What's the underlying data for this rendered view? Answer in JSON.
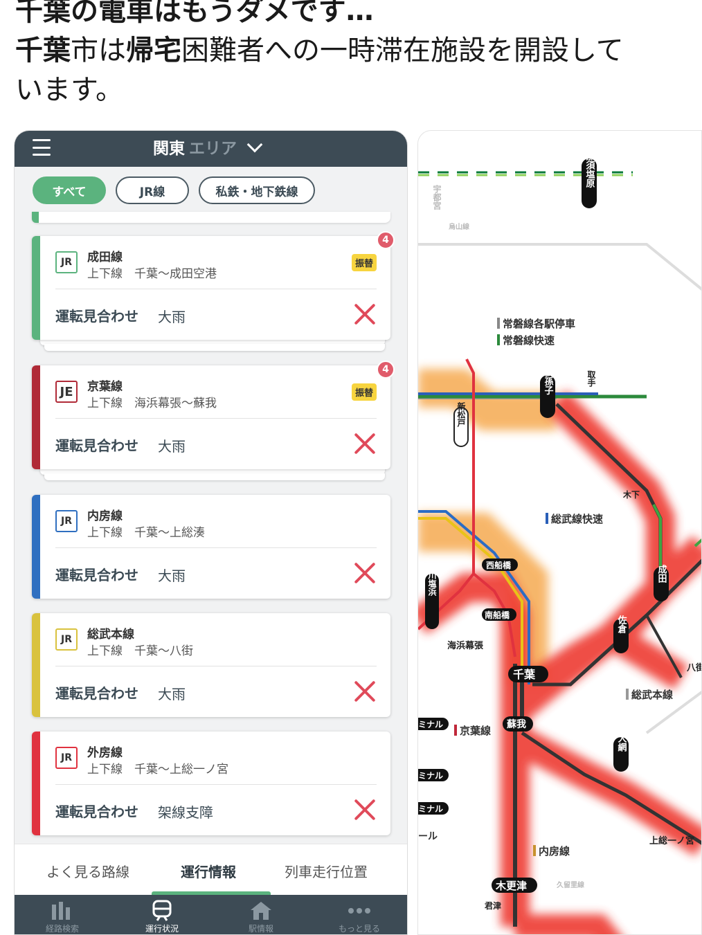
{
  "tweet": {
    "line1": "千葉の電車はもうダメです…",
    "line2a": "千葉",
    "line2b": "市は",
    "line2c": "帰宅",
    "line2d": "困難者への一時滞在施設を開設して",
    "line3": "います。"
  },
  "app": {
    "area_main": "関東",
    "area_sub": "エリア",
    "filters": [
      "すべて",
      "JR線",
      "私鉄・地下鉄線"
    ],
    "cards": [
      {
        "logo": "JR",
        "name": "成田線",
        "range": "上下線　千葉〜成田空港",
        "tag": "振替",
        "status": "運転見合わせ",
        "reason": "大雨",
        "badge": "4",
        "color": "#5bb37e"
      },
      {
        "logo": "JE",
        "name": "京葉線",
        "range": "上下線　海浜幕張〜蘇我",
        "tag": "振替",
        "status": "運転見合わせ",
        "reason": "大雨",
        "badge": "4",
        "color": "#b02a37"
      },
      {
        "logo": "JR",
        "name": "内房線",
        "range": "上下線　千葉〜上総湊",
        "tag": "",
        "status": "運転見合わせ",
        "reason": "大雨",
        "badge": "",
        "color": "#2f6fc0"
      },
      {
        "logo": "JR",
        "name": "総武本線",
        "range": "上下線　千葉〜八街",
        "tag": "",
        "status": "運転見合わせ",
        "reason": "大雨",
        "badge": "",
        "color": "#d9c23e"
      },
      {
        "logo": "JR",
        "name": "外房線",
        "range": "上下線　千葉〜上総一ノ宮",
        "tag": "",
        "status": "運転見合わせ",
        "reason": "架線支障",
        "badge": "",
        "color": "#e0323f"
      }
    ],
    "tabs": [
      "よく見る路線",
      "運行情報",
      "列車走行位置"
    ],
    "bottom_nav": [
      "経路検索",
      "運行状況",
      "駅情報",
      "もっと見る"
    ]
  },
  "map": {
    "stations": [
      "那須塩原",
      "宇都宮",
      "我孫子",
      "取手",
      "新松戸",
      "木下",
      "西船橋",
      "市川塩浜",
      "南船橋",
      "海浜幕張",
      "千葉",
      "成田",
      "佐倉",
      "八街",
      "蘇我",
      "大網",
      "木更津",
      "君津",
      "上総一ノ宮"
    ],
    "lines": [
      "常磐線各駅停車",
      "常磐線快速",
      "総武線快速",
      "総武本線",
      "京葉線",
      "内房線",
      "烏山線",
      "久留里線"
    ],
    "fragments": [
      "ミナル",
      "ミナル",
      "ミナル",
      "ール",
      "八街"
    ]
  }
}
